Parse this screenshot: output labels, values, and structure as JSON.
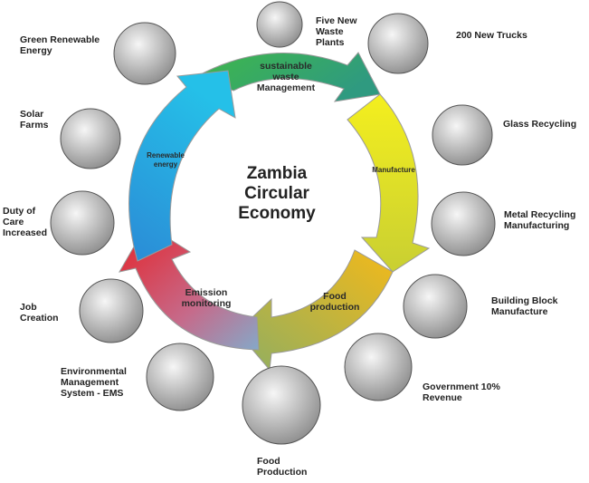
{
  "diagram": {
    "center_title": "Zambia\nCircular\nEconomy",
    "cycle_segments": {
      "top": "sustainable\nwaste\nManagement",
      "right": "Manufacture",
      "bottom_right": "Food\nproduction",
      "bottom_left": "Emission\nmonitoring",
      "left": "Renewable\nenergy"
    },
    "nodes": {
      "green_renewable_energy": "Green Renewable\nEnergy",
      "five_new_waste_plants": "Five New\nWaste\nPlants",
      "new_trucks": "200 New Trucks",
      "solar_farms": "Solar\nFarms",
      "glass_recycling": "Glass Recycling",
      "duty_of_care": "Duty of\nCare\nIncreased",
      "metal_recycling": "Metal Recycling\nManufacturing",
      "job_creation": "Job\nCreation",
      "building_block": "Building Block\nManufacture",
      "ems": "Environmental\nManagement\nSystem - EMS",
      "government_revenue": "Government 10%\nRevenue",
      "food_production": "Food\nProduction"
    },
    "colors": {
      "green": "#4dbb4a",
      "teal": "#2e9e7a",
      "yellow": "#f0e81c",
      "orange": "#f0b81a",
      "olive": "#a9a84a",
      "red": "#e8262a",
      "pink": "#d9607e",
      "blue": "#2aa4e0",
      "cyan": "#29b8e0"
    }
  }
}
